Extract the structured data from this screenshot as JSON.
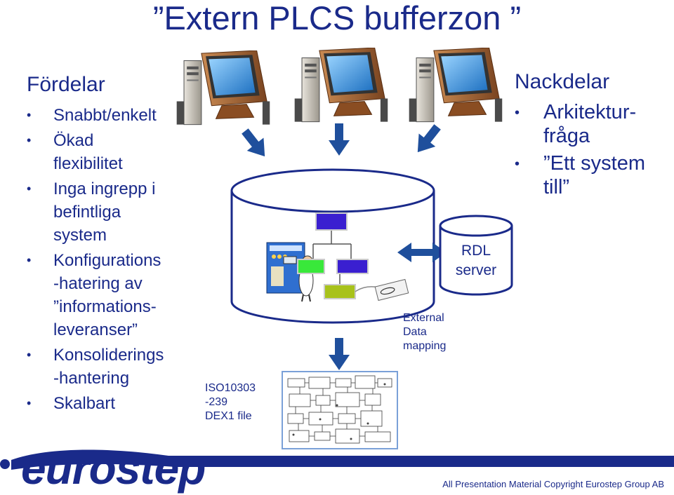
{
  "title": "”Extern PLCS bufferzon ”",
  "left": {
    "heading": "Fördelar",
    "items": [
      "Snabbt/enkelt",
      "Ökad\nflexibilitet",
      "Inga ingrepp i\nbefintliga\nsystem",
      "Konfigurations\n-hatering av\n”informations-\nleveranser”",
      "Konsoliderings\n-hantering",
      "Skalbart"
    ]
  },
  "right": {
    "heading": "Nackdelar",
    "items": [
      "Arkitektur-\nfråga",
      "”Ett system\ntill”"
    ]
  },
  "labels": {
    "rdl": "RDL\nserver",
    "external": "External\nData\nmapping",
    "iso": "ISO10303\n-239\nDEX1 file"
  },
  "logo": "eurostep",
  "footer": "All Presentation Material Copyright Eurostep Group AB",
  "colors": {
    "text": "#1a2a8a",
    "arrow": "#1f4f9c",
    "monitor_body": "#a0612f",
    "screen": "#2a8fd6",
    "box_purple": "#3a1fd0",
    "box_green": "#39e83a",
    "box_olive": "#a8c21b"
  }
}
